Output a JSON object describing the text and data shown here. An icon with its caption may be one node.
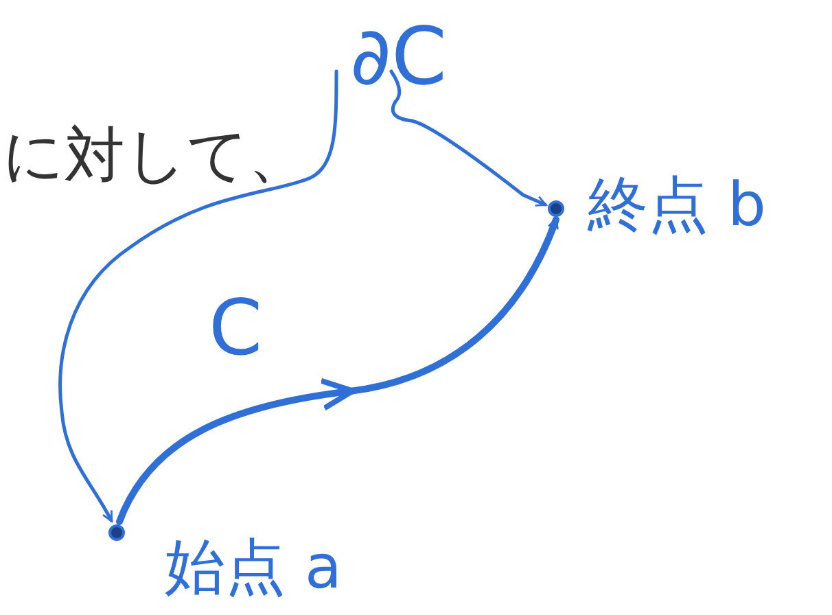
{
  "diagram": {
    "nodes": [
      {
        "text": [
          "∂C"
        ]
      },
      {
        "text": [],
        "shape": "circle",
        "beside": [
          "終点 b"
        ]
      },
      {
        "text": [],
        "shape": "circle",
        "beside": [
          "始点 a"
        ]
      }
    ],
    "edges": [
      {
        "from": 0,
        "to": 1,
        "arrow": "to"
      },
      {
        "from": 0,
        "to": 2,
        "arrow": "to"
      },
      {
        "from": 2,
        "to": 1,
        "arrow": "to",
        "label": "C",
        "style": "thick"
      }
    ],
    "labels": [
      "に対して、"
    ]
  }
}
